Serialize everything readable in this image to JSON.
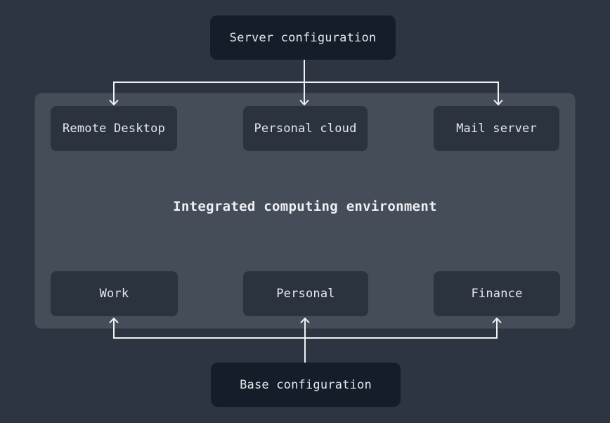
{
  "diagram": {
    "top_node": {
      "label": "Server configuration"
    },
    "environment": {
      "title": "Integrated computing environment",
      "services": [
        {
          "label": "Remote Desktop"
        },
        {
          "label": "Personal cloud"
        },
        {
          "label": "Mail server"
        }
      ],
      "profiles": [
        {
          "label": "Work"
        },
        {
          "label": "Personal"
        },
        {
          "label": "Finance"
        }
      ]
    },
    "bottom_node": {
      "label": "Base configuration"
    },
    "edges": [
      {
        "from": "Server configuration",
        "to": "Remote Desktop",
        "direction": "down"
      },
      {
        "from": "Server configuration",
        "to": "Personal cloud",
        "direction": "down"
      },
      {
        "from": "Server configuration",
        "to": "Mail server",
        "direction": "down"
      },
      {
        "from": "Base configuration",
        "to": "Work",
        "direction": "up"
      },
      {
        "from": "Base configuration",
        "to": "Personal",
        "direction": "up"
      },
      {
        "from": "Base configuration",
        "to": "Finance",
        "direction": "up"
      }
    ],
    "colors": {
      "page_bg": "#2c3541",
      "panel_bg": "#454d59",
      "service_node_bg": "#2b333e",
      "config_node_bg": "#141d2a",
      "arrow": "#f0f2f4",
      "text": "#e5e8ec"
    }
  }
}
